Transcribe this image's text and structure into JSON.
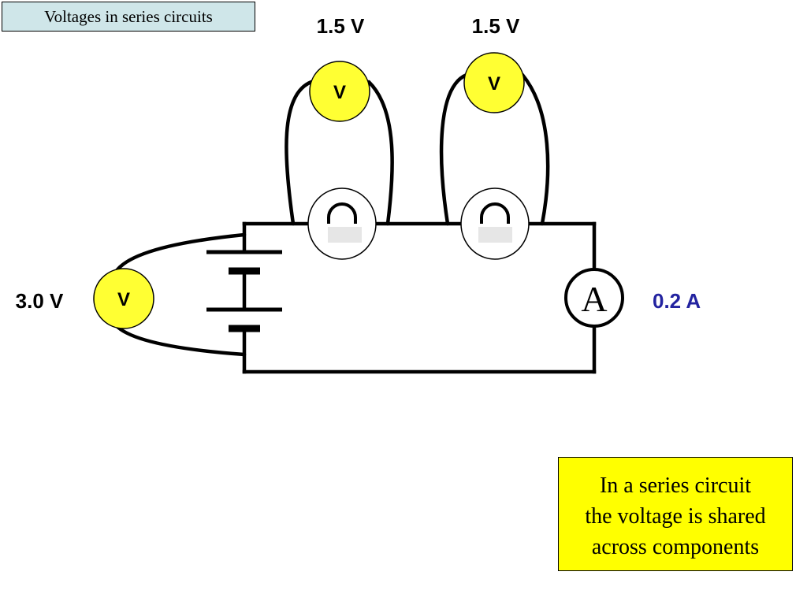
{
  "title": "Voltages in series circuits",
  "readings": {
    "bulb1_voltage": "1.5 V",
    "bulb2_voltage": "1.5 V",
    "battery_voltage": "3.0 V",
    "current": "0.2 A"
  },
  "meters": {
    "voltmeter_symbol": "V",
    "ammeter_symbol": "A"
  },
  "note": {
    "line1": "In a series circuit",
    "line2": "the voltage is shared",
    "line3": "across components"
  },
  "colors": {
    "title_background": "#cfe6e9",
    "voltmeter_fill": "#ffff33",
    "note_background": "#ffff00",
    "current_text": "#2323a0"
  }
}
